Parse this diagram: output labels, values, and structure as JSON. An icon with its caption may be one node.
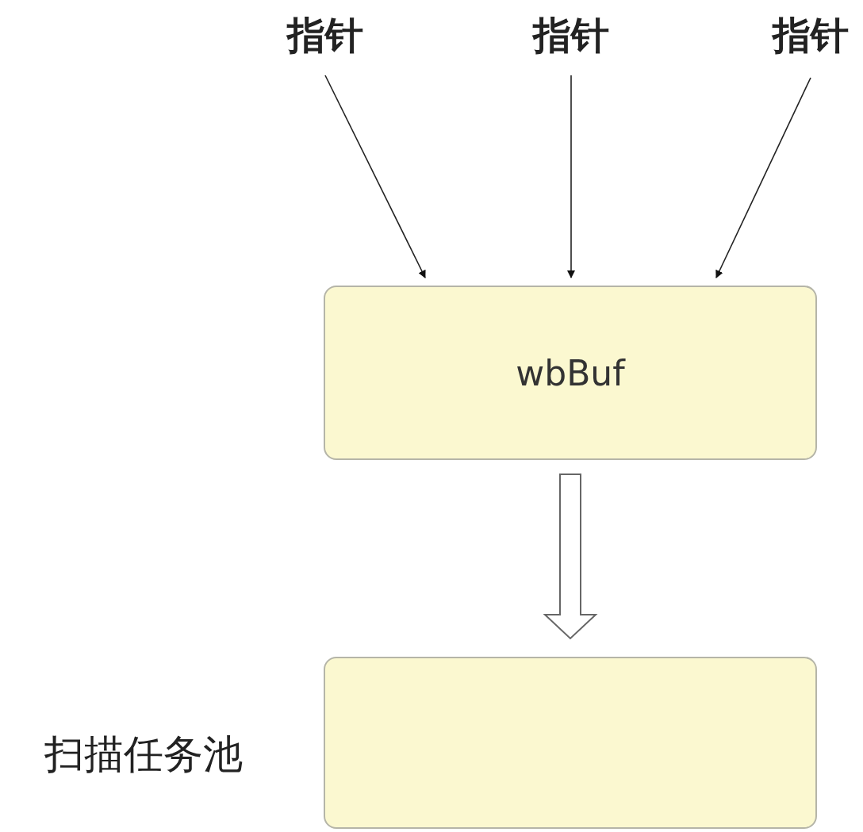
{
  "diagram": {
    "nodes": [
      {
        "text": [
          "指针"
        ]
      },
      {
        "text": [
          "指针"
        ]
      },
      {
        "text": [
          "指针"
        ]
      },
      {
        "text": [
          "wbBuf"
        ]
      },
      {
        "text": [],
        "shape": "box",
        "beside": [
          "扫描任务池"
        ]
      }
    ],
    "edges": [
      {
        "from": 0,
        "to": 3,
        "arrow": "to"
      },
      {
        "from": 1,
        "to": 3,
        "arrow": "to"
      },
      {
        "from": 2,
        "to": 3,
        "arrow": "to"
      },
      {
        "from": 3,
        "to": 4,
        "arrow": "to"
      }
    ]
  }
}
